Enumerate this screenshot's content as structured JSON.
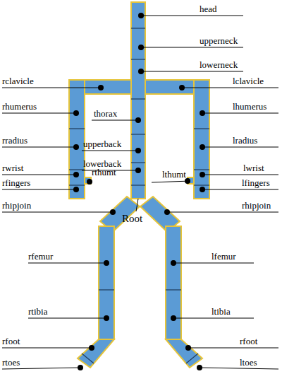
{
  "diagram": {
    "labels": [
      "head",
      "upperneck",
      "lowerneck",
      "rclavicle",
      "lclavicle",
      "rhumerus",
      "lhumerus",
      "thorax",
      "rradius",
      "upperback",
      "lradius",
      "lowerback",
      "rwrist",
      "rthumt",
      "lthumt",
      "lwrist",
      "rfingers",
      "lfingers",
      "rhipjoin",
      "Root",
      "rhipjoin",
      "rfemur",
      "lfemur",
      "rtibia",
      "ltibia",
      "rfoot",
      "rfoot",
      "rtoes",
      "ltoes"
    ]
  }
}
